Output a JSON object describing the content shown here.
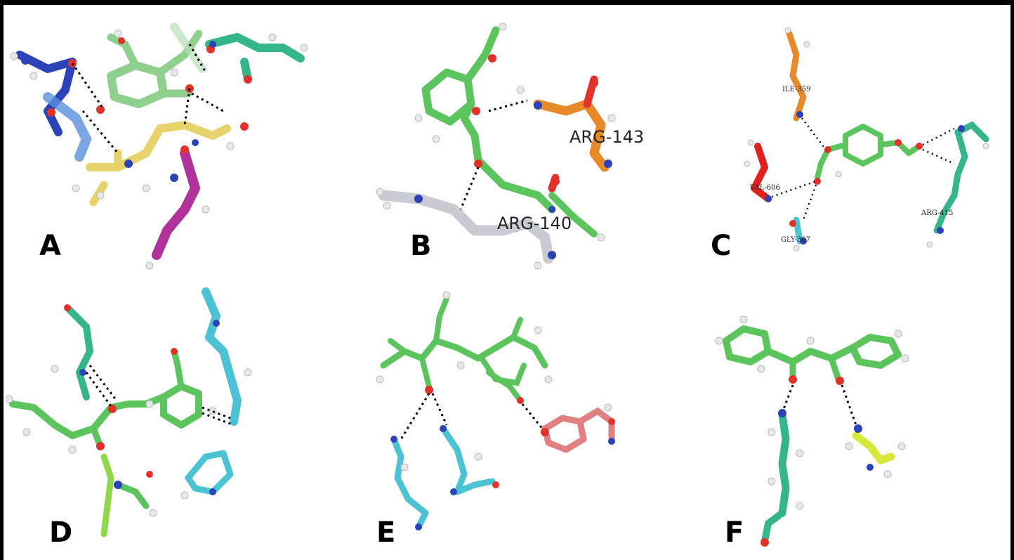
{
  "panels": [
    {
      "letter": "A",
      "labels": []
    },
    {
      "letter": "B",
      "labels": [
        "ARG-143",
        "ARG-140"
      ]
    },
    {
      "letter": "C",
      "labels": [
        "ILE-359",
        "VAL-606",
        "GLY-367",
        "ARG-415"
      ]
    },
    {
      "letter": "D",
      "labels": []
    },
    {
      "letter": "E",
      "labels": []
    },
    {
      "letter": "F",
      "labels": []
    }
  ],
  "colors": {
    "carbon_green": "#5cc45c",
    "oxygen": "#e0322b",
    "nitrogen": "#2c43b8",
    "hydrogen": "#e8e8e8",
    "yellow": "#e7d36b",
    "magenta": "#b0329a",
    "orange": "#e8892a",
    "gray": "#c8ccd2",
    "cyan": "#4cc3d4",
    "teal": "#34b58a",
    "salmon": "#e08080",
    "lime": "#d8e83a",
    "red": "#e32020",
    "bond": "#000000"
  }
}
